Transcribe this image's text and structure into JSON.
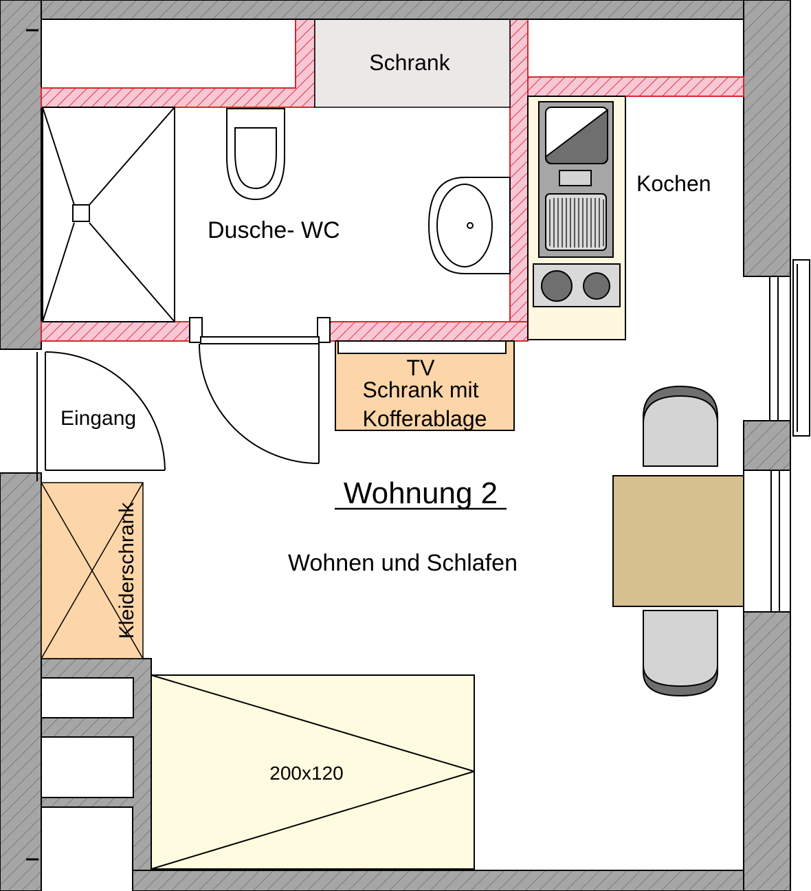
{
  "title": "Wohnung 2",
  "subtitle": "Wohnen und Schlafen",
  "rooms": {
    "shower_wc": "Dusche- WC",
    "closet_top": "Schrank",
    "kitchen": "Kochen",
    "entrance": "Eingang",
    "wardrobe": "Kleiderschrank",
    "tv": "TV",
    "tv_cabinet_line1": "Schrank mit",
    "tv_cabinet_line2": "Kofferablage",
    "bed": "200x120"
  },
  "colors": {
    "wall_fill": "#a6a6a6",
    "partition_fill": "#f7c7d6",
    "partition_hatch": "#d9262b",
    "furniture_fill": "#fcd5a8",
    "bed_fill": "#fffbe0",
    "table_fill": "#d7c08f",
    "chair_fill": "#d4d4d4",
    "closet_fill": "#ede8e8",
    "stove_fill": "#fff7e0"
  }
}
